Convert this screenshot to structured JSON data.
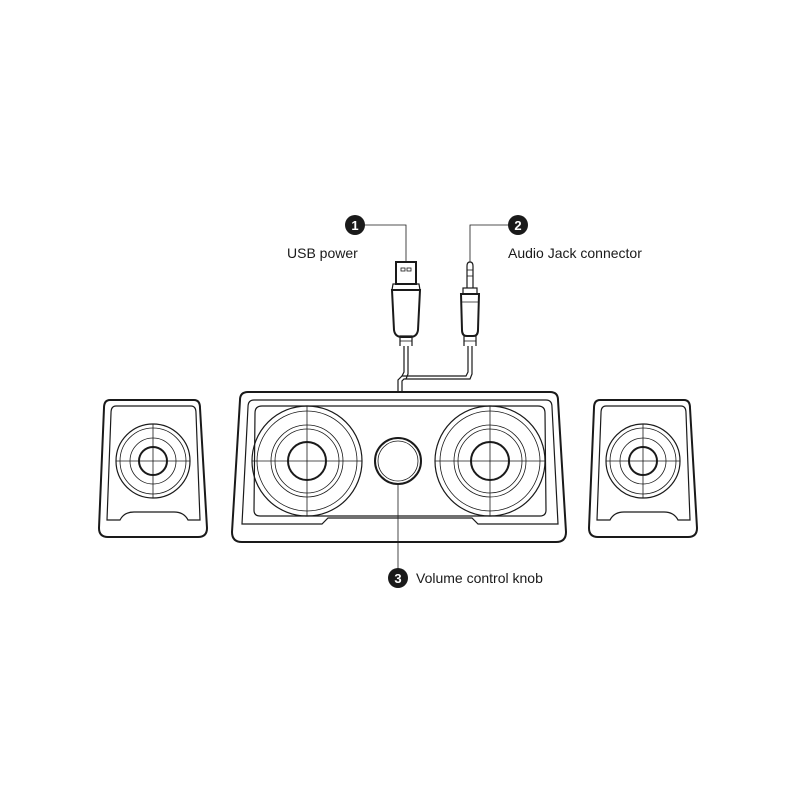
{
  "callouts": [
    {
      "number": "1",
      "label": "USB power"
    },
    {
      "number": "2",
      "label": "Audio Jack connector"
    },
    {
      "number": "3",
      "label": "Volume control knob"
    }
  ],
  "colors": {
    "line": "#1a1a1a",
    "badge": "#1a1a1a",
    "background": "#ffffff"
  }
}
